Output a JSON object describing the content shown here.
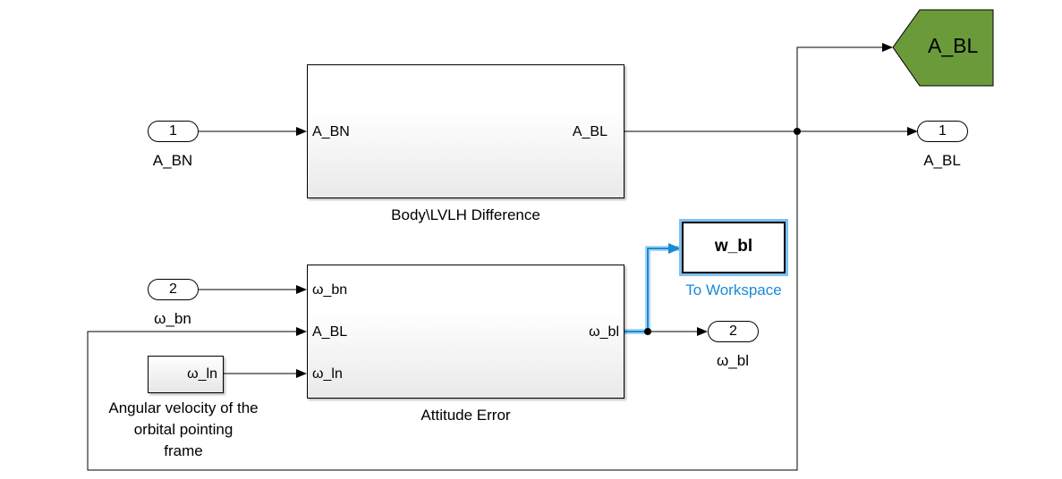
{
  "inports": [
    {
      "number": "1",
      "name": "A_BN"
    },
    {
      "number": "2",
      "name": "ω_bn"
    }
  ],
  "outports": [
    {
      "number": "1",
      "name": "A_BL"
    },
    {
      "number": "2",
      "name": "ω_bl"
    }
  ],
  "blocks": {
    "body_lvlh": {
      "name": "Body\\LVLH Difference",
      "input": "A_BN",
      "output": "A_BL"
    },
    "attitude_error": {
      "name": "Attitude Error",
      "inputs": [
        "ω_bn",
        "A_BL",
        "ω_ln"
      ],
      "output": "ω_bl"
    },
    "to_workspace": {
      "variable": "w_bl",
      "name": "To Workspace",
      "selected": true
    },
    "goto": {
      "tag": "A_BL",
      "color": "#6a9a3a"
    },
    "constant": {
      "value": "ω_ln",
      "name": "Angular velocity of the\norbital pointing\nframe"
    }
  },
  "colors": {
    "selection": "#1b8ad6",
    "selection_outline": "#7fc1f0",
    "goto_fill": "#6a9a3a"
  }
}
